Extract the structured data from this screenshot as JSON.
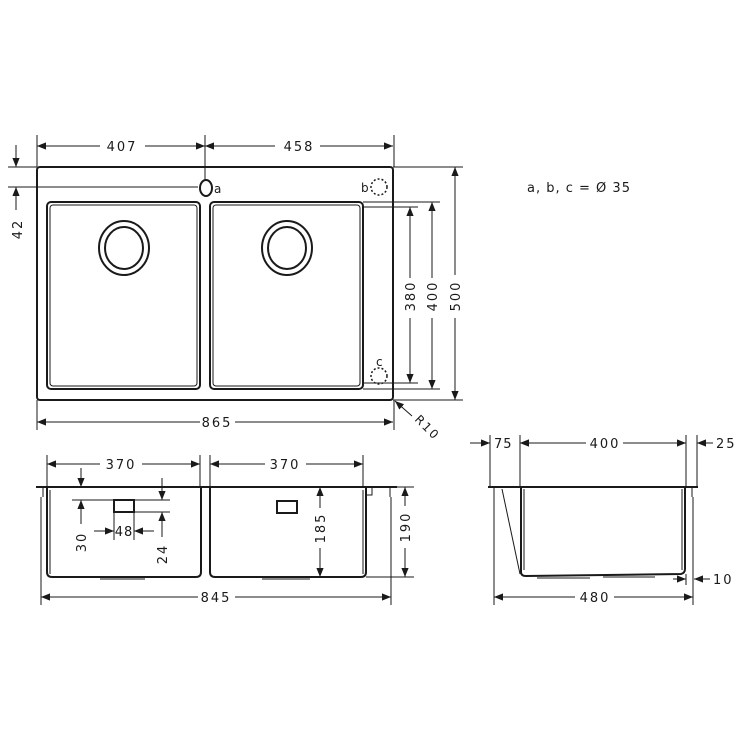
{
  "note": "a, b, c = Ø 35",
  "top_view": {
    "labels": {
      "a": "a",
      "b": "b",
      "c": "c"
    },
    "dims": {
      "left_to_tap": "407",
      "tap_to_right": "458",
      "tap_offset": "42",
      "bowl_inner": "380",
      "bowl_outer": "400",
      "total_depth": "500",
      "total_width": "865",
      "radius": "R10"
    }
  },
  "front_view": {
    "dims": {
      "left_bowl": "370",
      "right_bowl": "370",
      "overflow_height": "30",
      "overflow_width": "48",
      "overflow_offset": "24",
      "bowl_depth": "185",
      "total_depth": "190",
      "total_width": "845"
    }
  },
  "side_view": {
    "dims": {
      "front_offset": "75",
      "bowl": "400",
      "back_offset": "25",
      "total": "480",
      "bottom_offset": "10"
    }
  }
}
